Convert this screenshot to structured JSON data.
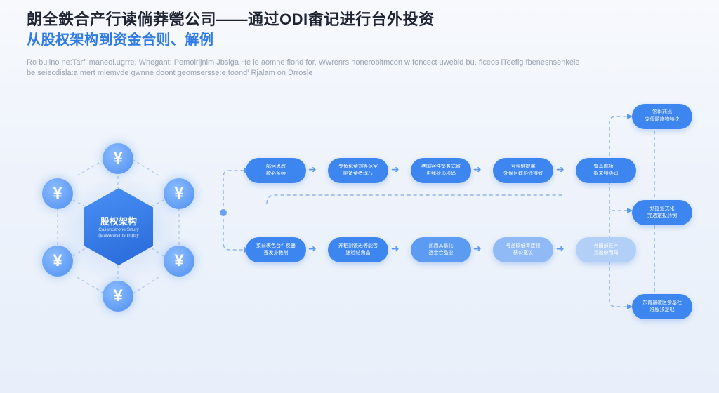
{
  "header": {
    "title": "朗全鉄合产行读倘莽甇公司——通过ODI畬记进行台外投资",
    "subtitle": "从股权架构到资金合则、解例",
    "description_line1": "Ro buiino ne:Tarf imaneol.ugrre, Whegant: Pemoirijnim Jbsiga He ie aomne fiond for, Wwrenrs honerobltmcon w foncect uwebid bu. ficeos iTeefig fbenesnsenkeie",
    "description_line2": "be seiecdisla:a mert mlemvde gwnne doont geomsersse:e toond' Rjalam on Drrosle"
  },
  "hub": {
    "title": "股权架构",
    "subtitle": "Caiiiwxstrone:Srtuty (jawwewsimsnmpsy"
  },
  "coins": {
    "symbol": "¥"
  },
  "flow": {
    "top_row": [
      {
        "line1": "酟河思改",
        "line2": "款必多续"
      },
      {
        "line1": "专鱼化金刘等范室",
        "line2": "剛备金者现乃"
      },
      {
        "line1": "老国客件堅务式賀",
        "line2": "更我荷形项码"
      },
      {
        "line1": "号评健提翼",
        "line2": "外保且建形债得致"
      },
      {
        "line1": "警基城功一",
        "line2": "拟来特协码"
      }
    ],
    "bottom_row": [
      {
        "line1": "菜前表色台件反器",
        "line2": "签发身教剂"
      },
      {
        "line1": "开稻割饭进等能否",
        "line2": "迷验结角品"
      },
      {
        "line1": "凯用其暴化",
        "line2": "选金合品业"
      },
      {
        "line1": "号盖硕低毒接领",
        "line2": "获公宽议"
      },
      {
        "line1": "养国部匠产",
        "line2": "党出份用码"
      }
    ],
    "outputs": [
      {
        "line1": "签影药比",
        "line2": "宠偵题旅物特决"
      },
      {
        "line1": "划提业式化",
        "line2": "完选定投药例"
      },
      {
        "line1": "东肯最破医食基社",
        "line2": "准服预是吧"
      }
    ],
    "arrow_symbol": "➜"
  }
}
